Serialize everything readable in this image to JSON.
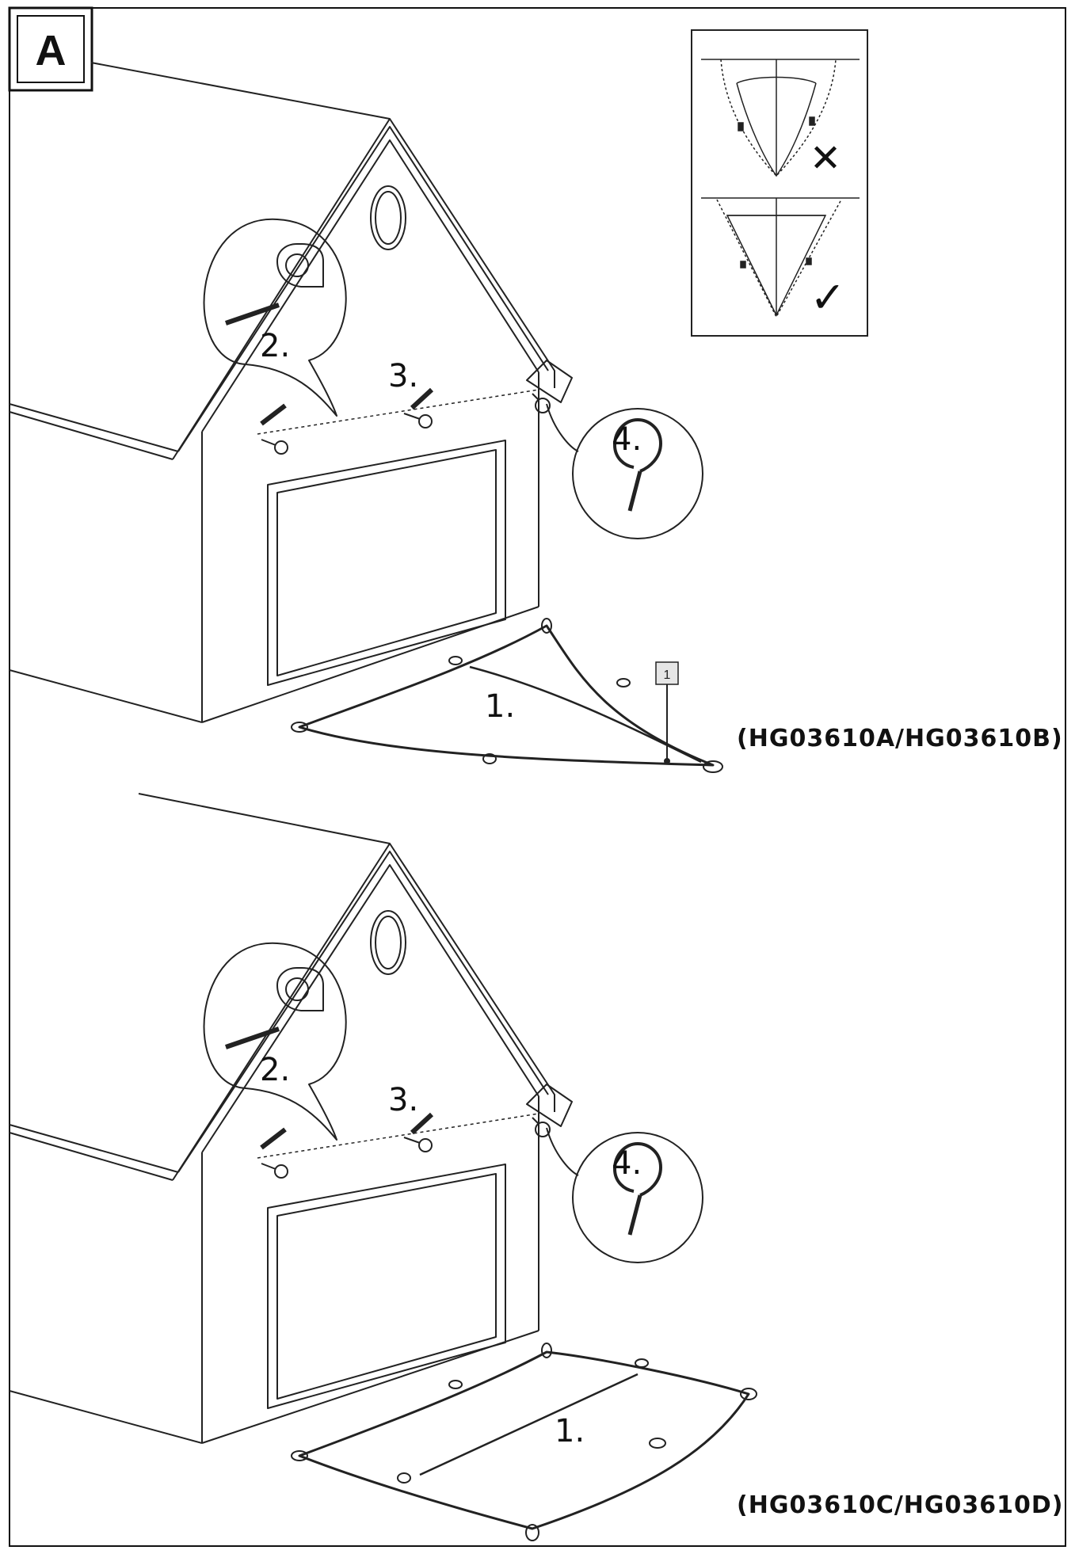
{
  "section_badge": "A",
  "top": {
    "steps": {
      "one": "1.",
      "two": "2.",
      "three": "3.",
      "four": "4."
    },
    "callout_number": "1",
    "model_label": "(HG03610A/HG03610B)"
  },
  "bottom": {
    "steps": {
      "one": "1.",
      "two": "2.",
      "three": "3.",
      "four": "4."
    },
    "model_label": "(HG03610C/HG03610D)"
  },
  "tension_inset": {
    "wrong_mark": "✕",
    "right_mark": "✓"
  }
}
